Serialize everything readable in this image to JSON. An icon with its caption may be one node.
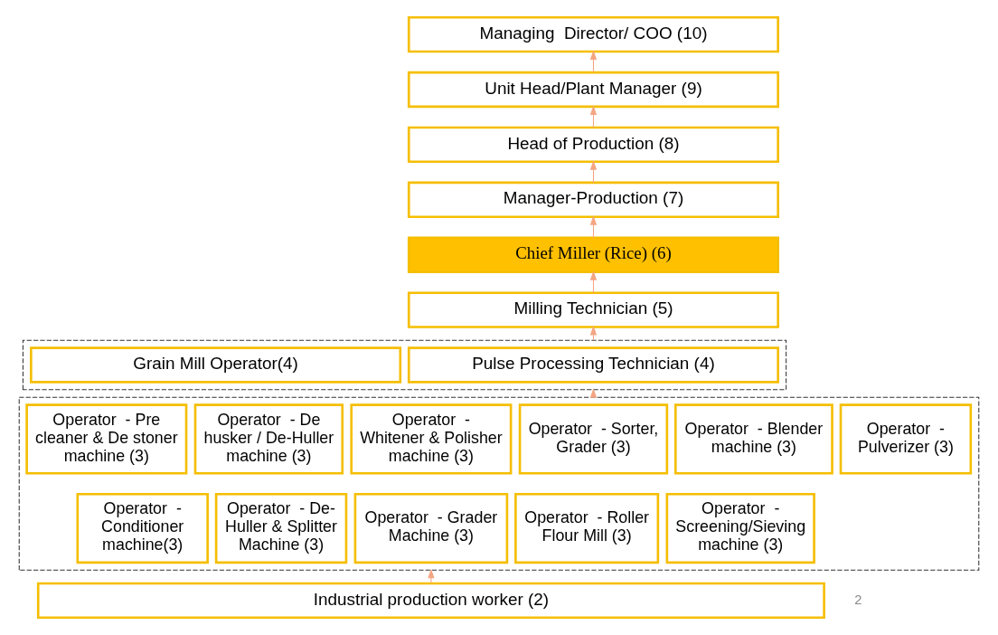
{
  "diagram": {
    "nodes": [
      {
        "text": [
          "Managing  Director/ COO (10)"
        ]
      },
      {
        "text": [
          "Unit Head/Plant Manager (9)"
        ]
      },
      {
        "text": [
          "Head of Production (8)"
        ]
      },
      {
        "text": [
          "Manager-Production (7)"
        ]
      },
      {
        "text": [
          "Chief Miller (Rice) (6)"
        ]
      },
      {
        "text": [
          "Milling Technician (5)"
        ]
      },
      {
        "text": [],
        "shape": "box"
      },
      {
        "text": [
          "Grain Mill Operator(4)"
        ],
        "in": 6
      },
      {
        "text": [
          "Pulse Processing Technician (4)"
        ],
        "in": 6
      },
      {
        "text": [],
        "shape": "box"
      },
      {
        "text": [
          "Operator  - Pre cleaner & De stoner machine (3)"
        ],
        "in": 9
      },
      {
        "text": [
          "Operator  - De husker / De-Huller machine (3)"
        ],
        "in": 9
      },
      {
        "text": [
          "Operator  - Whitener & Polisher machine (3)"
        ],
        "in": 9
      },
      {
        "text": [
          "Operator  - Sorter, Grader (3)"
        ],
        "in": 9
      },
      {
        "text": [
          "Operator  - Blender  machine (3)"
        ],
        "in": 9
      },
      {
        "text": [
          "Operator  - Pulverizer (3)"
        ],
        "in": 9
      },
      {
        "text": [
          "Operator  - Conditioner machine(3)"
        ],
        "in": 9
      },
      {
        "text": [
          "Operator  - De-Huller & Splitter Machine (3)"
        ],
        "in": 9
      },
      {
        "text": [
          "Operator  - Grader Machine (3)"
        ],
        "in": 9
      },
      {
        "text": [
          "Operator  - Roller Flour Mill (3)"
        ],
        "in": 9
      },
      {
        "text": [
          "Operator  - Screening/Sieving machine (3)"
        ],
        "in": 9
      },
      {
        "text": [
          "Industrial production worker (2)"
        ]
      }
    ],
    "edges": [
      {
        "from": 21,
        "to": 9,
        "arrow": "to"
      },
      {
        "from": 9,
        "to": 6,
        "arrow": "to"
      },
      {
        "from": 6,
        "to": 5,
        "arrow": "to"
      },
      {
        "from": 5,
        "to": 4,
        "arrow": "to"
      },
      {
        "from": 4,
        "to": 3,
        "arrow": "to"
      },
      {
        "from": 3,
        "to": 2,
        "arrow": "to"
      },
      {
        "from": 2,
        "to": 1,
        "arrow": "to"
      },
      {
        "from": 1,
        "to": 0,
        "arrow": "to"
      }
    ],
    "labels": [
      "2"
    ]
  }
}
